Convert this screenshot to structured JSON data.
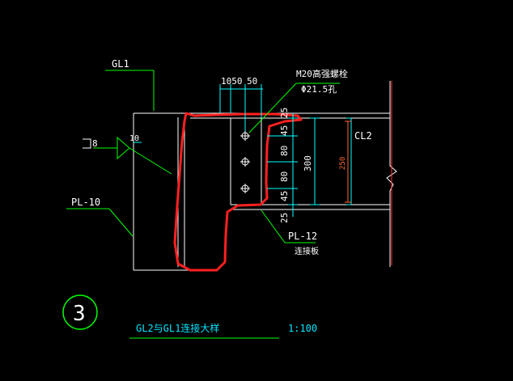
{
  "labels": {
    "gl1": "GL1",
    "cl2": "CL2",
    "pl10": "PL-10",
    "pl12": "PL-12",
    "pl12_sub": "连接板",
    "bolt": "M20高强螺栓",
    "hole": "Φ21.5孔",
    "weld_sym": "8",
    "weld_ref": "10",
    "dim_1050": "1050",
    "dim_50": "50",
    "dim_25_top": "25",
    "dim_45_top": "45",
    "dim_80_a": "80",
    "dim_80_b": "80",
    "dim_45_bot": "45",
    "dim_25_bot": "25",
    "dim_300": "300",
    "dim_250": "250",
    "detail_no": "3",
    "detail_title": "GL2与GL1连接大样",
    "scale": "1:100"
  },
  "colors": {
    "background": "#000000",
    "outline": "#ffffff",
    "leader": "#00ff00",
    "dimension": "#00ffff",
    "dimension_red": "#ff6633",
    "markup": "#ff2020",
    "ref_line": "#ff3030",
    "title": "#00e5ff"
  }
}
